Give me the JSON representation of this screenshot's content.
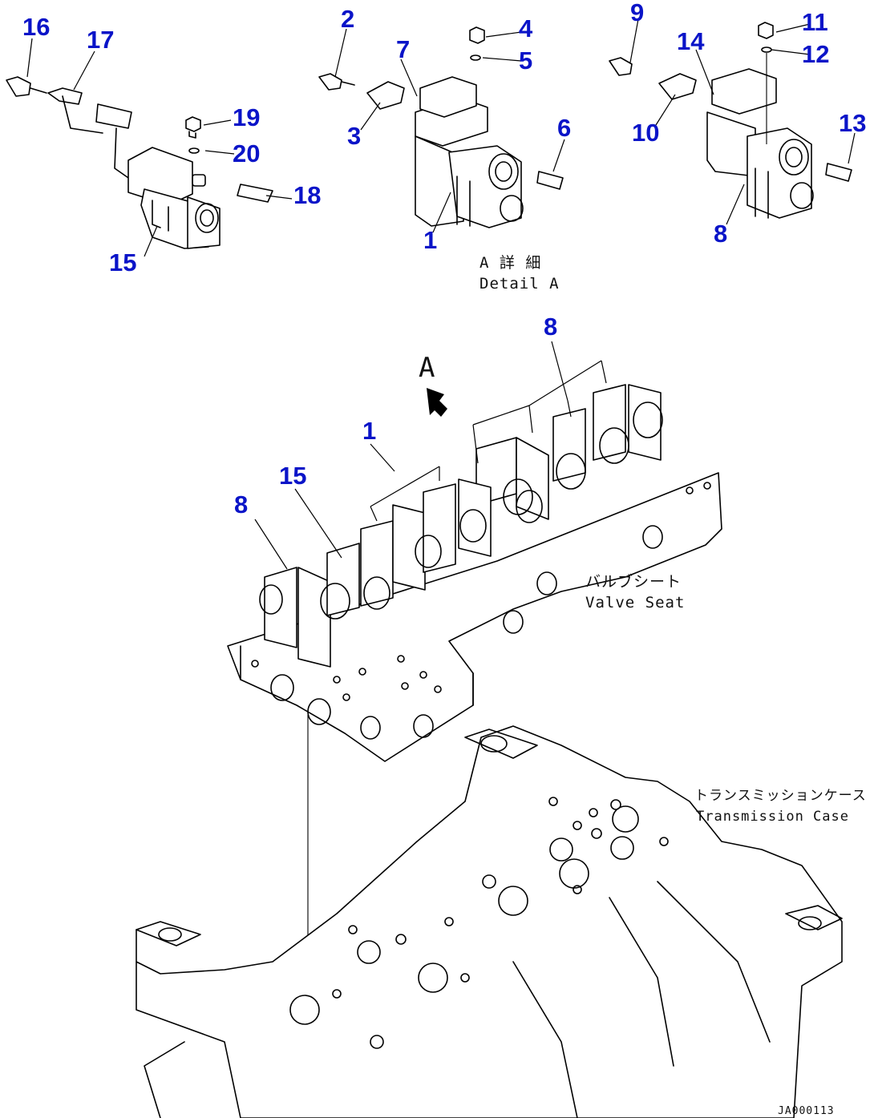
{
  "diagram": {
    "callouts": {
      "c1": "1",
      "c2": "2",
      "c3": "3",
      "c4": "4",
      "c5": "5",
      "c6": "6",
      "c7": "7",
      "c8": "8",
      "c9": "9",
      "c10": "10",
      "c11": "11",
      "c12": "12",
      "c13": "13",
      "c14": "14",
      "c15": "15",
      "c16": "16",
      "c17": "17",
      "c18": "18",
      "c19": "19",
      "c20": "20"
    },
    "detail_label_jp": "A 詳 細",
    "detail_label_en": "Detail A",
    "view_marker": "A",
    "valve_seat_jp": "バルブシート",
    "valve_seat_en": "Valve Seat",
    "case_jp": "トランスミッションケース",
    "case_en": "Transmission Case",
    "drawing_code": "JA000113",
    "colors": {
      "callout": "#0a14c8",
      "line": "#000000",
      "background": "#ffffff"
    }
  }
}
